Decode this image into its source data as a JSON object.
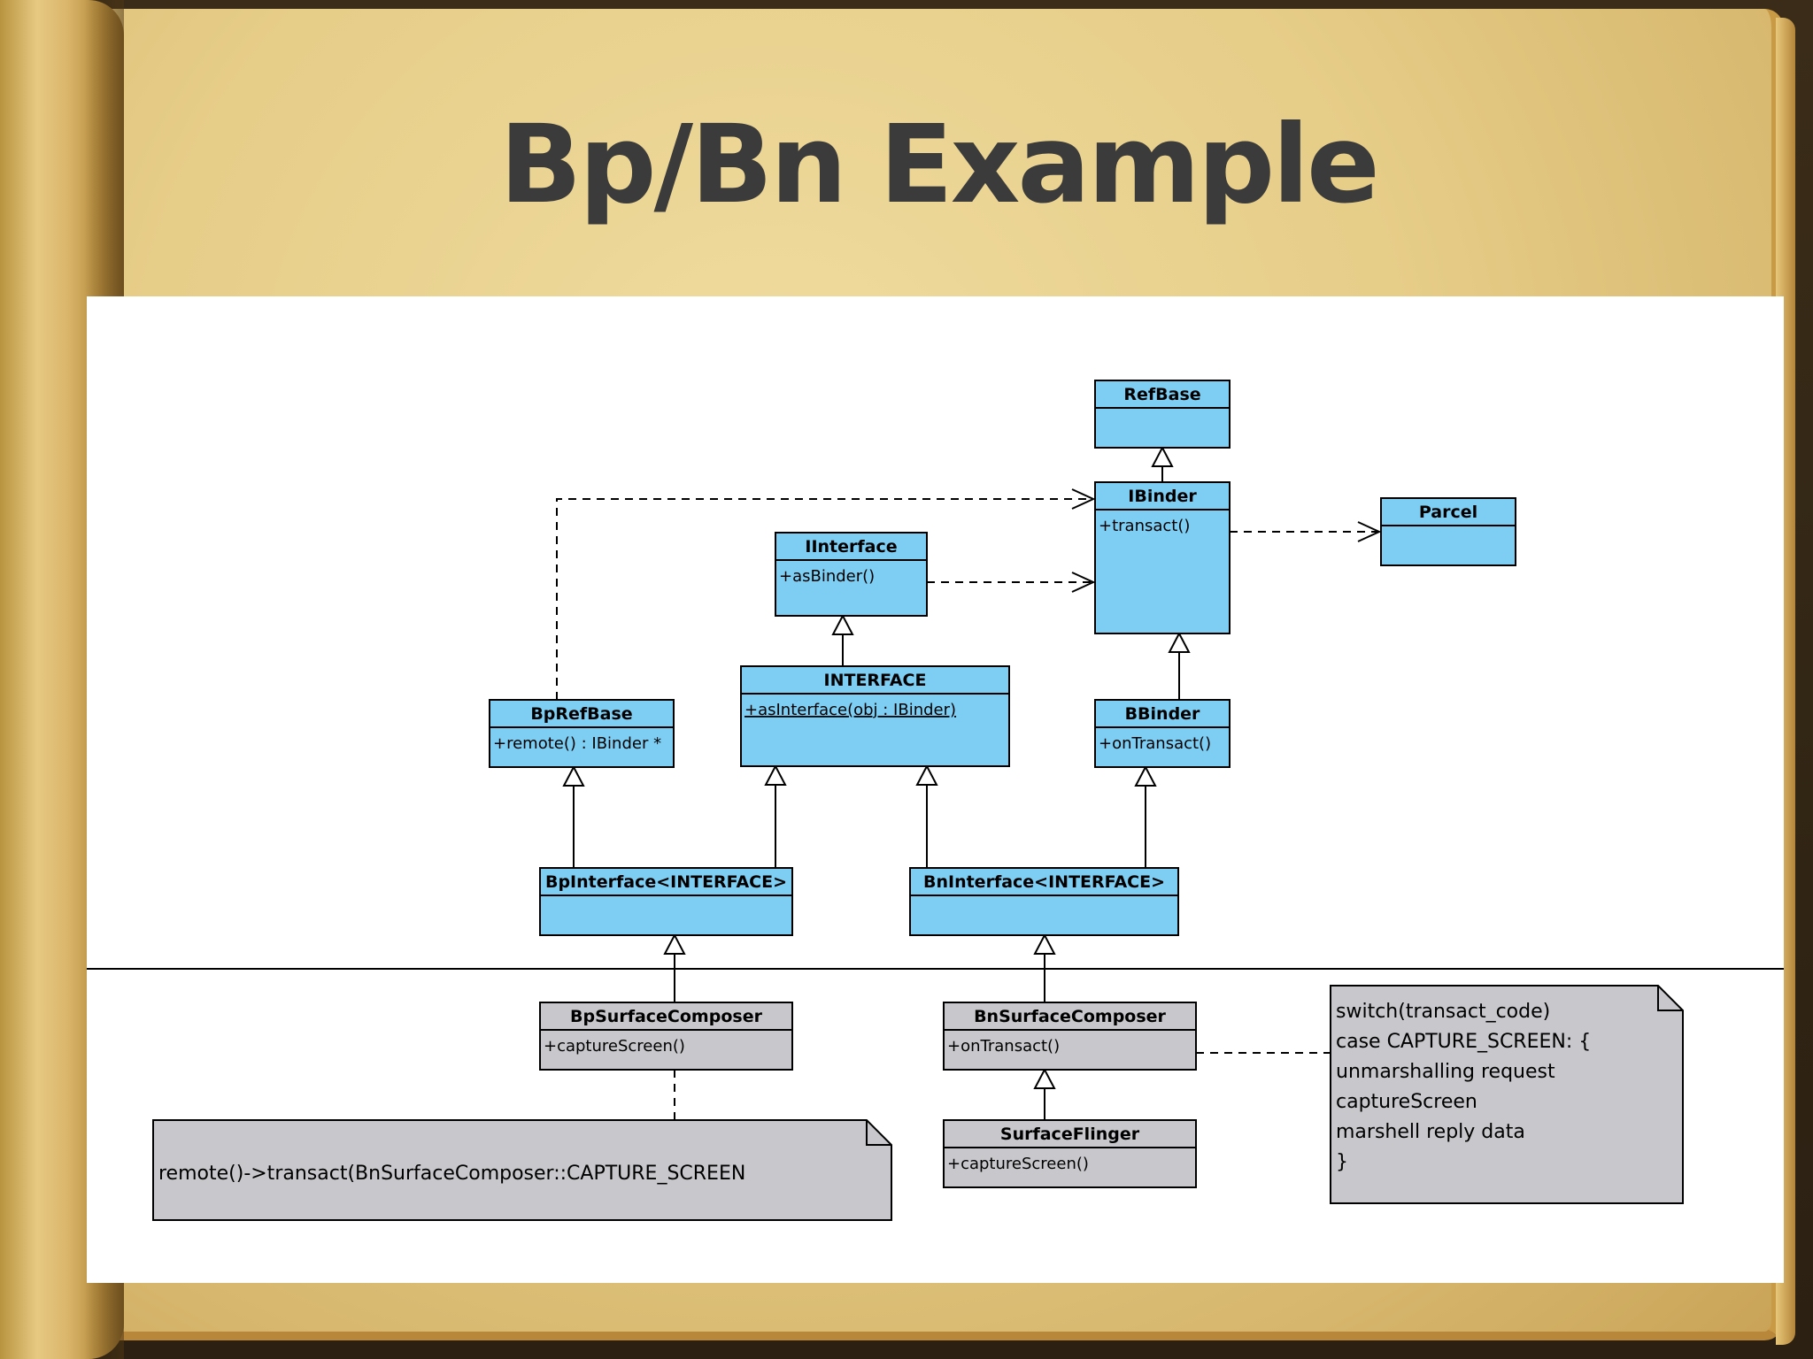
{
  "slide": {
    "title": "Bp/Bn Example"
  },
  "colors": {
    "class_fill": "#7ecef4",
    "impl_fill": "#c8c8cc",
    "note_fill": "#c8c8cc",
    "line": "#000000"
  },
  "classes": {
    "refbase": {
      "name": "RefBase",
      "members": []
    },
    "ibinder": {
      "name": "IBinder",
      "members": [
        "+transact()"
      ]
    },
    "parcel": {
      "name": "Parcel",
      "members": []
    },
    "iinterface": {
      "name": "IInterface",
      "members": [
        "+asBinder()"
      ]
    },
    "interface": {
      "name": "INTERFACE",
      "members": [
        "+asInterface(obj : IBinder)"
      ]
    },
    "bprefbase": {
      "name": "BpRefBase",
      "members": [
        "+remote() : IBinder *"
      ]
    },
    "bbinder": {
      "name": "BBinder",
      "members": [
        "+onTransact()"
      ]
    },
    "bpinterface": {
      "name": "BpInterface<INTERFACE>",
      "members": []
    },
    "bninterface": {
      "name": "BnInterface<INTERFACE>",
      "members": []
    },
    "bpsurfacecomposer": {
      "name": "BpSurfaceComposer",
      "members": [
        "+captureScreen()"
      ]
    },
    "bnsurfacecomposer": {
      "name": "BnSurfaceComposer",
      "members": [
        "+onTransact()"
      ]
    },
    "surfaceflinger": {
      "name": "SurfaceFlinger",
      "members": [
        "+captureScreen()"
      ]
    }
  },
  "notes": {
    "remote_transact": [
      "remote()->transact(BnSurfaceComposer::CAPTURE_SCREEN"
    ],
    "switch_transact": [
      "switch(transact_code)",
      "case CAPTURE_SCREEN: {",
      "unmarshalling request",
      "captureScreen",
      "marshell reply data",
      "}"
    ]
  },
  "relations": [
    {
      "type": "generalization",
      "from": "ibinder",
      "to": "refbase"
    },
    {
      "type": "generalization",
      "from": "interface",
      "to": "iinterface"
    },
    {
      "type": "generalization",
      "from": "bbinder",
      "to": "ibinder"
    },
    {
      "type": "generalization",
      "from": "bpinterface",
      "to": "bprefbase"
    },
    {
      "type": "generalization",
      "from": "bpinterface",
      "to": "interface"
    },
    {
      "type": "generalization",
      "from": "bninterface",
      "to": "interface"
    },
    {
      "type": "generalization",
      "from": "bninterface",
      "to": "bbinder"
    },
    {
      "type": "generalization",
      "from": "bpsurfacecomposer",
      "to": "bpinterface"
    },
    {
      "type": "generalization",
      "from": "bnsurfacecomposer",
      "to": "bninterface"
    },
    {
      "type": "generalization",
      "from": "surfaceflinger",
      "to": "bnsurfacecomposer"
    },
    {
      "type": "dependency",
      "from": "bprefbase",
      "to": "ibinder"
    },
    {
      "type": "dependency",
      "from": "iinterface",
      "to": "ibinder"
    },
    {
      "type": "dependency",
      "from": "ibinder",
      "to": "parcel"
    },
    {
      "type": "note-anchor",
      "from": "bpsurfacecomposer",
      "to": "remote_transact"
    },
    {
      "type": "note-anchor",
      "from": "bnsurfacecomposer",
      "to": "switch_transact"
    }
  ]
}
